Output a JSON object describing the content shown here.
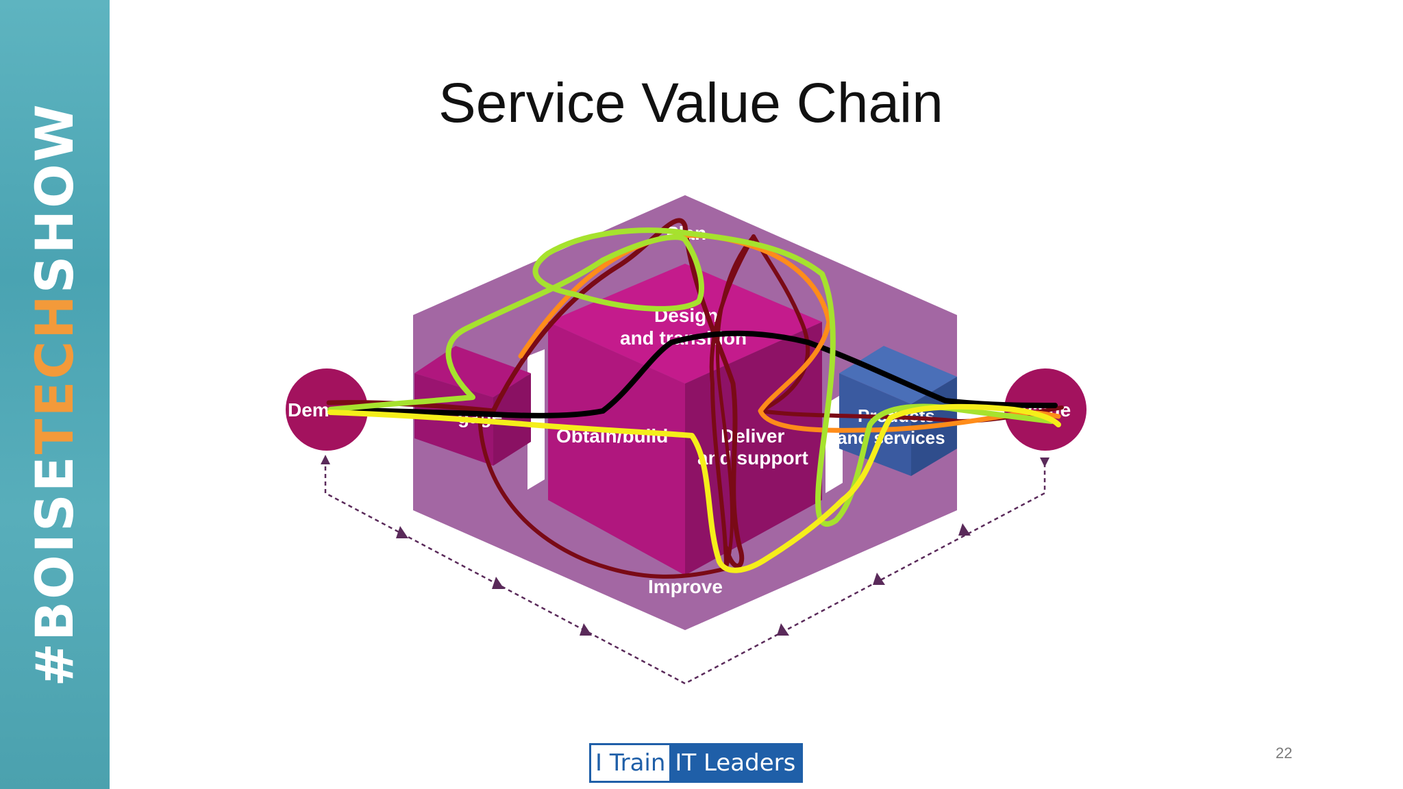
{
  "sidebar": {
    "hashtag": "#BOISE",
    "highlight": "TECH",
    "rest": "SHOW"
  },
  "slide": {
    "title": "Service Value Chain",
    "page_number": "22"
  },
  "diagram": {
    "labels": {
      "demand": "Dem",
      "engage": "gage",
      "plan": "Plan",
      "design_line1": "Design",
      "design_line2": "and transition",
      "obtain": "Obtain/build",
      "deliver_line1": "Deliver",
      "deliver_line2": "and support",
      "products_line1": "Products",
      "products_line2": "and services",
      "value": "Value",
      "improve": "Improve"
    },
    "colors": {
      "outer_hex": "#9b5a9b",
      "cube_magenta": "#b0177e",
      "cube_side": "#8e1266",
      "cube_blue": "#3a5aa0",
      "endpoint": "#a3125e",
      "arrows": "#5a2a5a",
      "ink_dark_red": "#7a0a16",
      "ink_black": "#000000",
      "ink_orange": "#ff8c1a",
      "ink_green": "#a6e22e",
      "ink_yellow": "#f5ee1a"
    }
  },
  "logo": {
    "part1": "I Train",
    "part2": "IT Leaders"
  }
}
